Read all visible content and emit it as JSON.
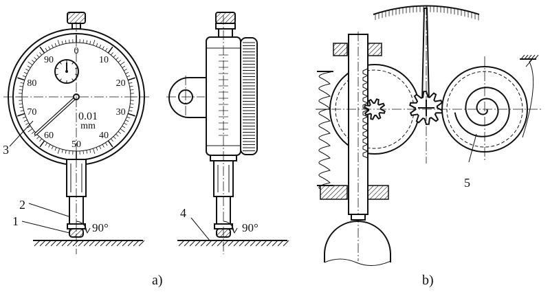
{
  "figure": {
    "caption_a": "a)",
    "caption_b": "b)",
    "callouts": {
      "c1": "1",
      "c2": "2",
      "c3": "3",
      "c4": "4",
      "c5": "5"
    },
    "angle_front": "90°",
    "angle_side": "90°",
    "dial": {
      "graduations": [
        "0",
        "10",
        "20",
        "30",
        "40",
        "50",
        "60",
        "70",
        "80",
        "90"
      ],
      "unit_value": "0.01",
      "unit": "mm"
    }
  }
}
